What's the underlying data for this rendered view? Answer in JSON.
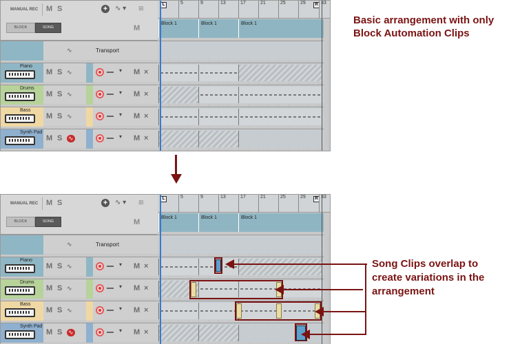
{
  "header": {
    "manual_rec": "MANUAL REC",
    "mute": "M",
    "solo": "S",
    "plus": "+",
    "auto_icon": "∿ ▾",
    "ctl": "⊞",
    "block": "BLOCK",
    "song": "SONG",
    "m": "M"
  },
  "ruler": {
    "ticks": [
      "L",
      "5",
      "9",
      "13",
      "17",
      "21",
      "25",
      "29",
      "R",
      "33"
    ]
  },
  "blocks": [
    "Block 1",
    "Block 1",
    "Block 1"
  ],
  "transport": {
    "label": "Transport",
    "auto": "∿"
  },
  "tracks": [
    {
      "name": "Piano",
      "color": "#8fb6c4"
    },
    {
      "name": "Drums",
      "color": "#b7d39a"
    },
    {
      "name": "Bass",
      "color": "#f0d8a4"
    },
    {
      "name": "Synth Pad",
      "color": "#8fb0cf"
    }
  ],
  "track_labels": {
    "m": "M",
    "s": "S",
    "auto": "∿",
    "dd": "▾",
    "x": "×"
  },
  "annotations": {
    "top": "Basic arrangement with only Block Automation Clips",
    "bottom": "Song Clips overlap to create variations in the arrangement"
  }
}
